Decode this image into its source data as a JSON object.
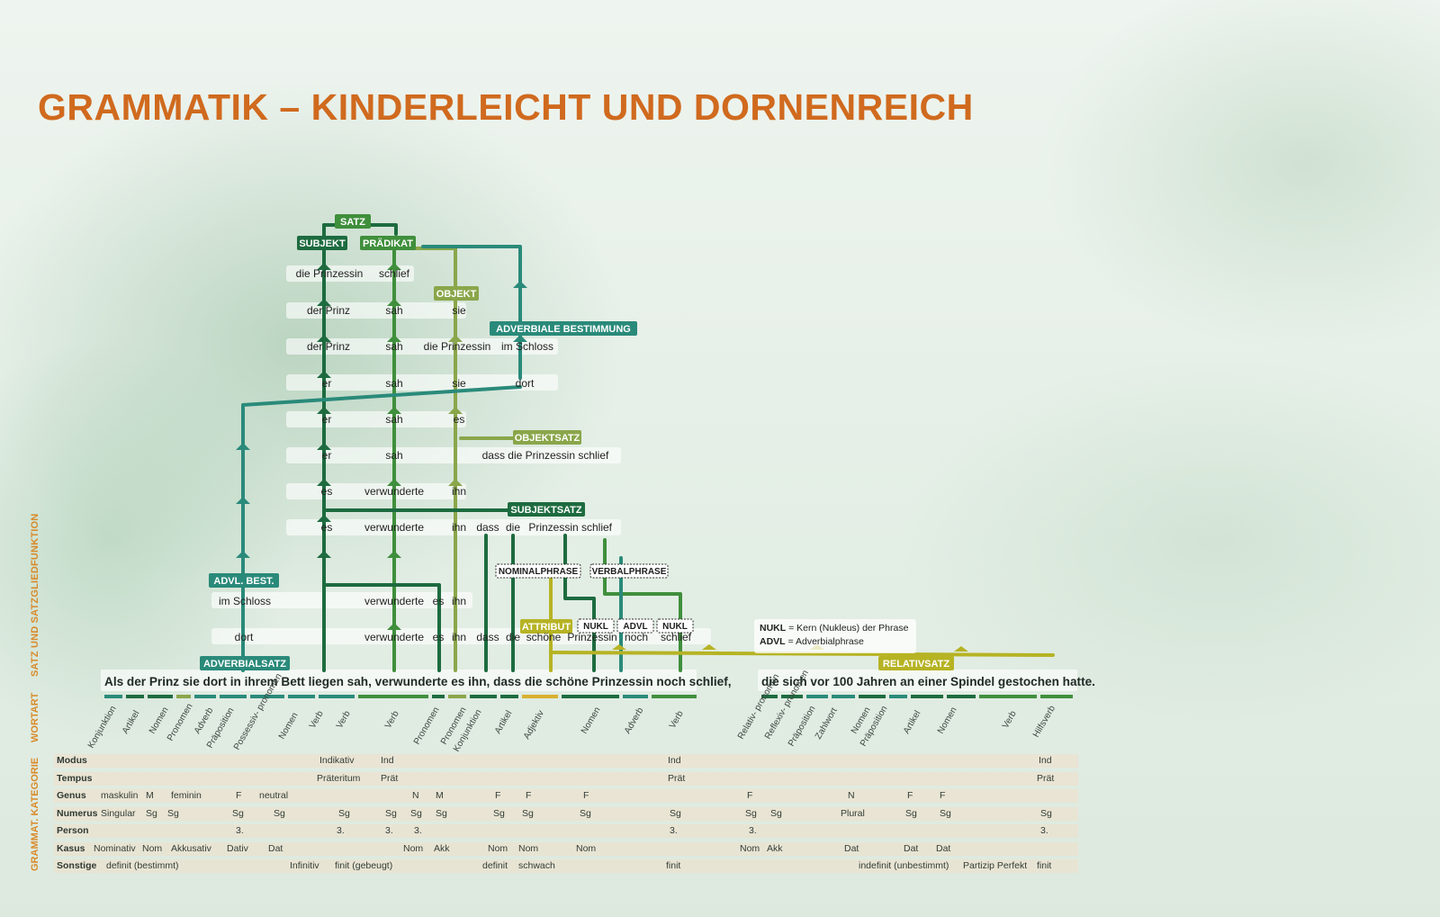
{
  "title": "GRAMMATIK – KINDERLEICHT UND DORNENREICH",
  "colors": {
    "title": "#d06a1e",
    "dark_green": "#1d6b3f",
    "mid_green": "#3f8f3c",
    "teal": "#2a8a7a",
    "olive": "#8aa64a",
    "yellow_green": "#b6b324",
    "side_label": "#d88a2a"
  },
  "side_labels": {
    "satz": "SATZ UND SATZGLIEDFUNKTION",
    "wortart": "WORTART",
    "kategorie": "GRAMMAT. KATEGORIE"
  },
  "tags": {
    "satz": "SATZ",
    "subjekt": "SUBJEKT",
    "praedikat": "PRÄDIKAT",
    "objekt": "OBJEKT",
    "adverbiale": "ADVERBIALE BESTIMMUNG",
    "objektsatz": "OBJEKTSATZ",
    "subjektsatz": "SUBJEKTSATZ",
    "nominalphrase": "NOMINALPHRASE",
    "verbalphrase": "VERBALPHRASE",
    "advl_best": "ADVL. BEST.",
    "attribut": "ATTRIBUT",
    "nukl1": "NUKL",
    "advl": "ADVL",
    "nukl2": "NUKL",
    "adverbialsatz": "ADVERBIALSATZ",
    "relativsatz": "RELATIVSATZ"
  },
  "rows": [
    [
      "die Prinzessin",
      "schlief"
    ],
    [
      "der Prinz",
      "sah",
      "sie"
    ],
    [
      "der Prinz",
      "sah",
      "die Prinzessin",
      "im Schloss"
    ],
    [
      "er",
      "sah",
      "sie",
      "dort"
    ],
    [
      "er",
      "sah",
      "es"
    ],
    [
      "er",
      "sah",
      "dass die Prinzessin schlief"
    ],
    [
      "es",
      "verwunderte",
      "ihn"
    ],
    [
      "es",
      "verwunderte",
      "ihn",
      "dass",
      "die",
      "Prinzessin",
      "schlief"
    ],
    [
      "im Schloss",
      "verwunderte",
      "es",
      "ihn"
    ],
    [
      "dort",
      "verwunderte",
      "es",
      "ihn",
      "dass",
      "die",
      "schöne",
      "Prinzessin",
      "noch",
      "schlief"
    ]
  ],
  "sentence": {
    "main": "Als der Prinz sie dort in ihrem Bett liegen sah, verwunderte es ihn, dass die schöne Prinzessin noch schlief,",
    "relative": "die sich vor 100 Jahren an einer Spindel gestochen hatte."
  },
  "legend": {
    "nukl_key": "NUKL",
    "nukl_text": "= Kern (Nukleus) der Phrase",
    "advl_key": "ADVL",
    "advl_text": "= Adverbialphrase"
  },
  "wordtypes": [
    "Konjunktion",
    "Artikel",
    "Nomen",
    "Pronomen",
    "Adverb",
    "Präposition",
    "Possessiv-\npronomen",
    "Nomen",
    "Verb",
    "Verb",
    "Verb",
    "Pronomen",
    "Pronomen",
    "Konjunktion",
    "Artikel",
    "Adjektiv",
    "Nomen",
    "Adverb",
    "Verb",
    "Relativ-\npronomen",
    "Reflexiv-\npronomen",
    "Präposition",
    "Zahlwort",
    "Nomen",
    "Präposition",
    "Artikel",
    "Nomen",
    "Verb",
    "Hilfsverb"
  ],
  "categories": {
    "headers": [
      "Modus",
      "Tempus",
      "Genus",
      "Numerus",
      "Person",
      "Kasus",
      "Sonstige"
    ],
    "modus": [
      "Indikativ",
      "Ind",
      "Ind",
      "Ind"
    ],
    "tempus": [
      "Präteritum",
      "Prät",
      "Prät",
      "Prät"
    ],
    "genus": [
      "maskulin",
      "M",
      "feminin",
      "F",
      "neutral",
      "N",
      "M",
      "F",
      "F",
      "F",
      "F",
      "N",
      "F",
      "F"
    ],
    "numerus": [
      "Singular",
      "Sg",
      "Sg",
      "Sg",
      "Sg",
      "Sg",
      "Sg",
      "Sg",
      "Sg",
      "Sg",
      "Sg",
      "Sg",
      "Sg",
      "Sg",
      "Plural",
      "Sg",
      "Sg",
      "Sg"
    ],
    "person": [
      "3.",
      "3.",
      "3.",
      "3.",
      "3.",
      "3.",
      "3."
    ],
    "kasus": [
      "Nominativ",
      "Nom",
      "Akkusativ",
      "Dativ",
      "Dat",
      "Nom",
      "Akk",
      "Nom",
      "Nom",
      "Nom",
      "Nom",
      "Akk",
      "Dat",
      "Dat",
      "Dat"
    ],
    "sonstige": [
      "definit (bestimmt)",
      "Infinitiv",
      "finit (gebeugt)",
      "definit",
      "schwach",
      "finit",
      "indefinit (unbestimmt)",
      "Partizip Perfekt",
      "finit"
    ]
  }
}
